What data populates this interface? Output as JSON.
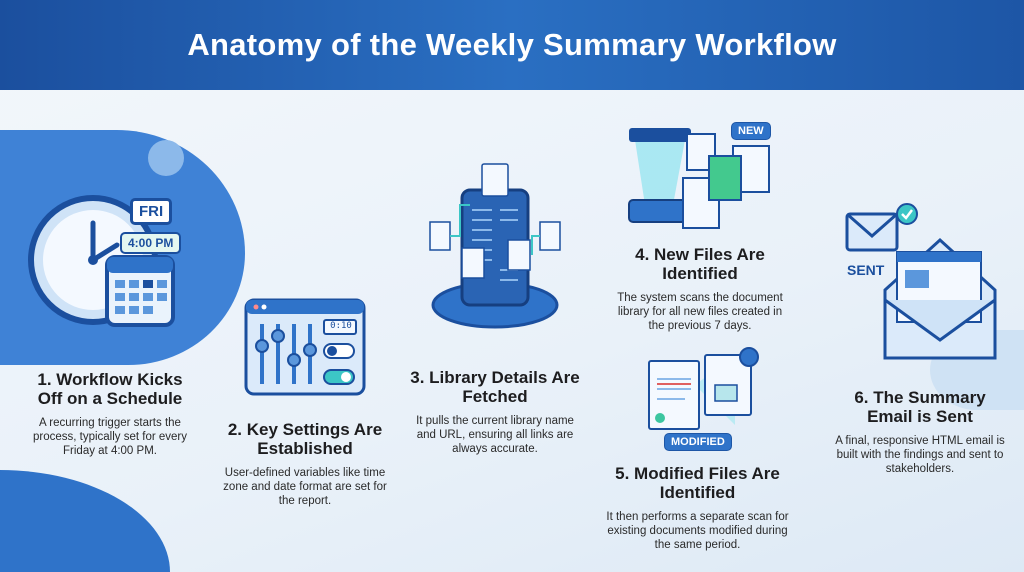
{
  "title": "Anatomy of the Weekly Summary Workflow",
  "steps": [
    {
      "title": "1. Workflow Kicks Off on a Schedule",
      "description": "A recurring trigger starts the process, typically set for every Friday at 4:00 PM.",
      "icon_labels": {
        "day": "FRI",
        "time": "4:00 PM"
      }
    },
    {
      "title": "2. Key Settings Are Established",
      "description": "User-defined variables like time zone and date format are set for the report.",
      "icon_labels": {
        "display": "0:10"
      }
    },
    {
      "title": "3. Library Details Are Fetched",
      "description": "It pulls the current library name and URL, ensuring all links are always accurate."
    },
    {
      "title": "4. New Files Are Identified",
      "description": "The system scans the document library for all new files created in the previous 7 days.",
      "icon_labels": {
        "badge": "NEW"
      }
    },
    {
      "title": "5. Modified Files Are Identified",
      "description": "It then performs a separate scan for existing documents modified during the same period.",
      "icon_labels": {
        "badge": "MODIFIED"
      }
    },
    {
      "title": "6. The Summary Email is Sent",
      "description": "A final, responsive HTML email is built with the findings and sent to stakeholders.",
      "icon_labels": {
        "badge": "SENT"
      }
    }
  ],
  "colors": {
    "header": "#1f58a8",
    "accent": "#2f73c9",
    "teal": "#3cc6c6"
  }
}
